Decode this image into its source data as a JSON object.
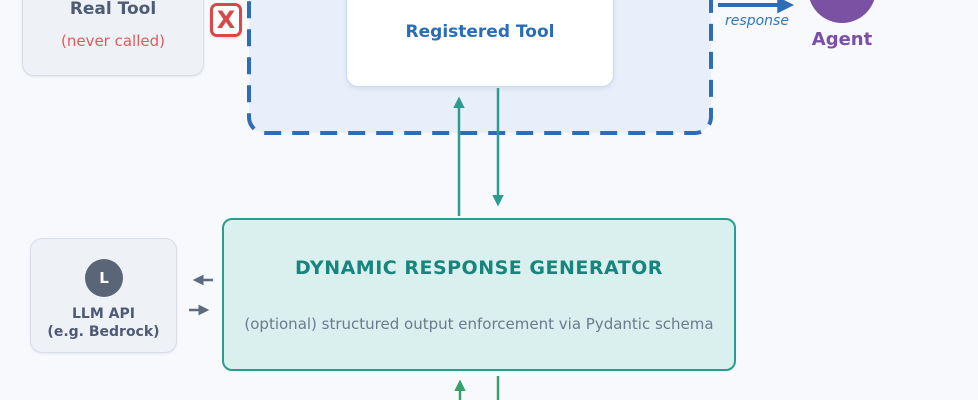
{
  "palette": {
    "page_background": "#f7f9fc",
    "sandbox_fill": "#e9effa",
    "sandbox_border_blue": "#2e6cb5",
    "neutral_box_fill": "#eef1f5",
    "neutral_box_border": "#d9dee6",
    "slate_text": "#4d5b74",
    "note_red": "#e05c5c",
    "blocked_red": "#d84848",
    "registered_blue_text": "#2b6cb8",
    "teal_arrow": "#2a9d8f",
    "teal_fill": "#daf0ee",
    "teal_title_text": "#17847e",
    "green_arrow": "#38a169",
    "slate_arrow": "#5b6b80",
    "agent_purple": "#7b51a3",
    "subtitle_gray": "#6b7a8d"
  },
  "diagram": {
    "real_tool": {
      "title": "Real Tool",
      "note": "(never called)"
    },
    "blocked": {
      "glyph": "X"
    },
    "registered_tool": {
      "title": "Registered Tool"
    },
    "response_arrow": {
      "label": "response"
    },
    "agent": {
      "label": "Agent"
    },
    "generator": {
      "title": "DYNAMIC RESPONSE GENERATOR",
      "subtitle": "(optional) structured output enforcement via Pydantic schema"
    },
    "llm_api": {
      "badge": "L",
      "title": "LLM API",
      "subtitle": "(e.g. Bedrock)"
    }
  }
}
